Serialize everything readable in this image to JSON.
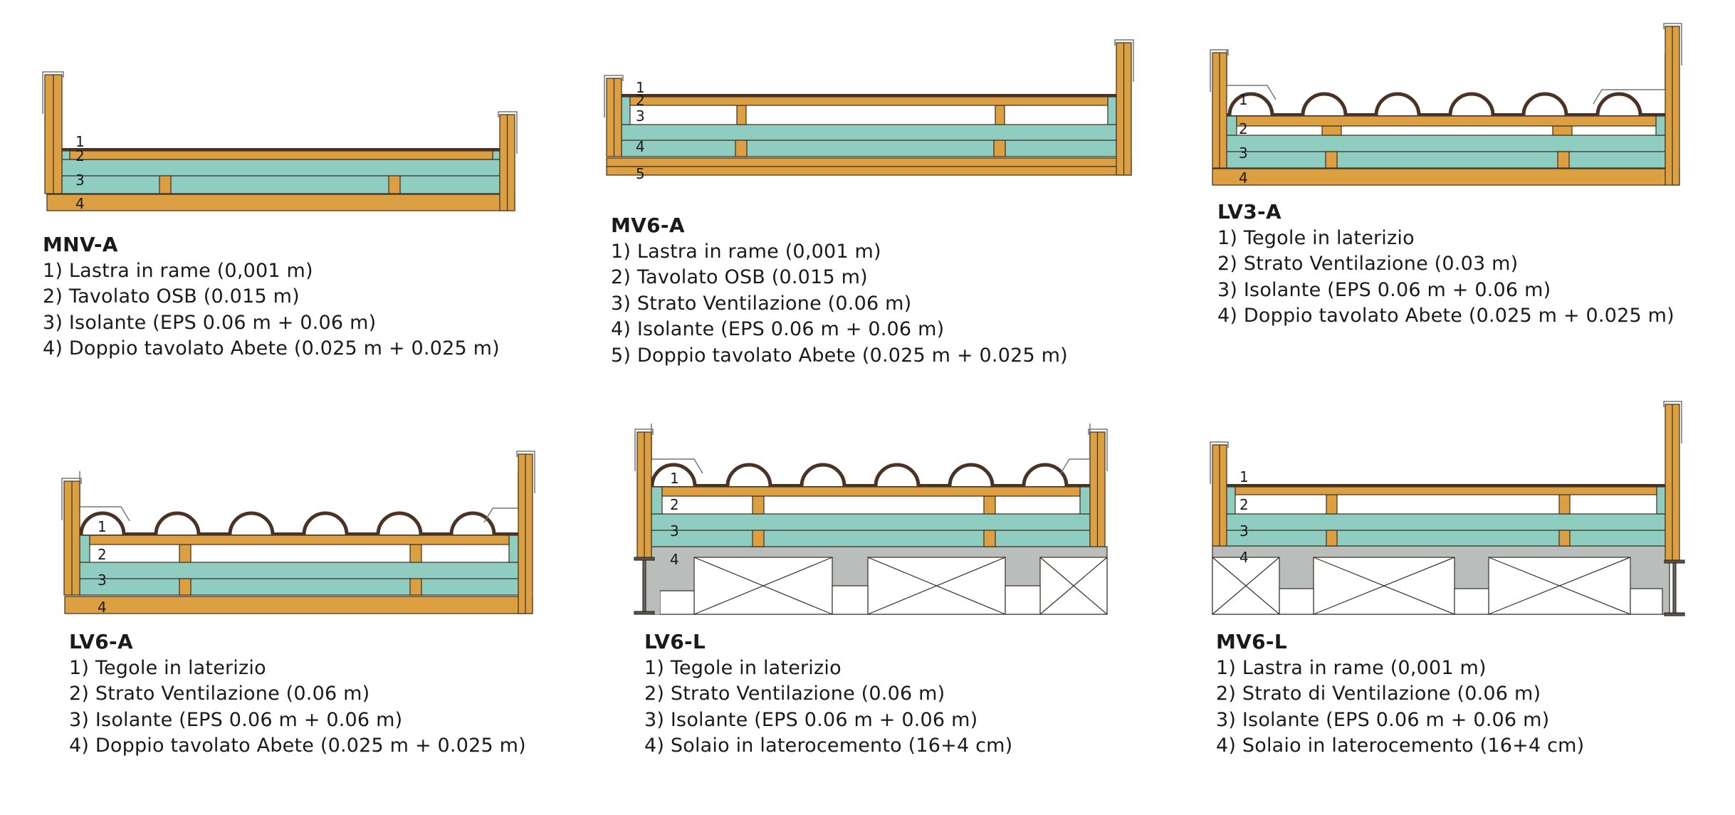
{
  "colors": {
    "wood": "#dca042",
    "insulation": "#8ecdc0",
    "copper_tile": "#4a3324",
    "concrete": "#b9bdbb",
    "outline": "#3a2e22",
    "flashing": "#777777"
  },
  "sections": [
    {
      "id": "mnv-a",
      "title": "MNV-A",
      "layer_numbers": [
        "1",
        "2",
        "3",
        "4"
      ],
      "layers": [
        "1) Lastra in rame (0,001 m)",
        "2) Tavolato OSB (0.015 m)",
        "3) Isolante (EPS 0.06 m + 0.06 m)",
        "4) Doppio tavolato Abete (0.025 m + 0.025 m)"
      ]
    },
    {
      "id": "mv6-a",
      "title": "MV6-A",
      "layer_numbers": [
        "1",
        "2",
        "3",
        "4",
        "5"
      ],
      "layers": [
        "1) Lastra in rame (0,001 m)",
        "2) Tavolato OSB (0.015 m)",
        "3) Strato Ventilazione (0.06 m)",
        "4) Isolante (EPS 0.06 m + 0.06 m)",
        "5) Doppio tavolato Abete (0.025 m + 0.025 m)"
      ]
    },
    {
      "id": "lv3-a",
      "title": "LV3-A",
      "layer_numbers": [
        "1",
        "2",
        "3",
        "4"
      ],
      "layers": [
        "1) Tegole in laterizio",
        "2) Strato Ventilazione (0.03 m)",
        "3) Isolante (EPS 0.06 m + 0.06 m)",
        "4) Doppio tavolato Abete (0.025 m + 0.025 m)"
      ]
    },
    {
      "id": "lv6-a",
      "title": "LV6-A",
      "layer_numbers": [
        "1",
        "2",
        "3",
        "4"
      ],
      "layers": [
        "1) Tegole in laterizio",
        "2) Strato Ventilazione (0.06 m)",
        "3) Isolante (EPS 0.06 m + 0.06 m)",
        "4) Doppio tavolato Abete (0.025 m + 0.025 m)"
      ]
    },
    {
      "id": "lv6-l",
      "title": "LV6-L",
      "layer_numbers": [
        "1",
        "2",
        "3",
        "4"
      ],
      "layers": [
        "1) Tegole in laterizio",
        "2) Strato Ventilazione (0.06 m)",
        "3) Isolante (EPS 0.06 m + 0.06 m)",
        "4) Solaio in laterocemento (16+4 cm)"
      ]
    },
    {
      "id": "mv6-l",
      "title": "MV6-L",
      "layer_numbers": [
        "1",
        "2",
        "3",
        "4"
      ],
      "layers": [
        "1) Lastra in rame (0,001 m)",
        "2) Strato di Ventilazione (0.06 m)",
        "3) Isolante (EPS 0.06 m + 0.06 m)",
        "4) Solaio in laterocemento (16+4 cm)"
      ]
    }
  ]
}
